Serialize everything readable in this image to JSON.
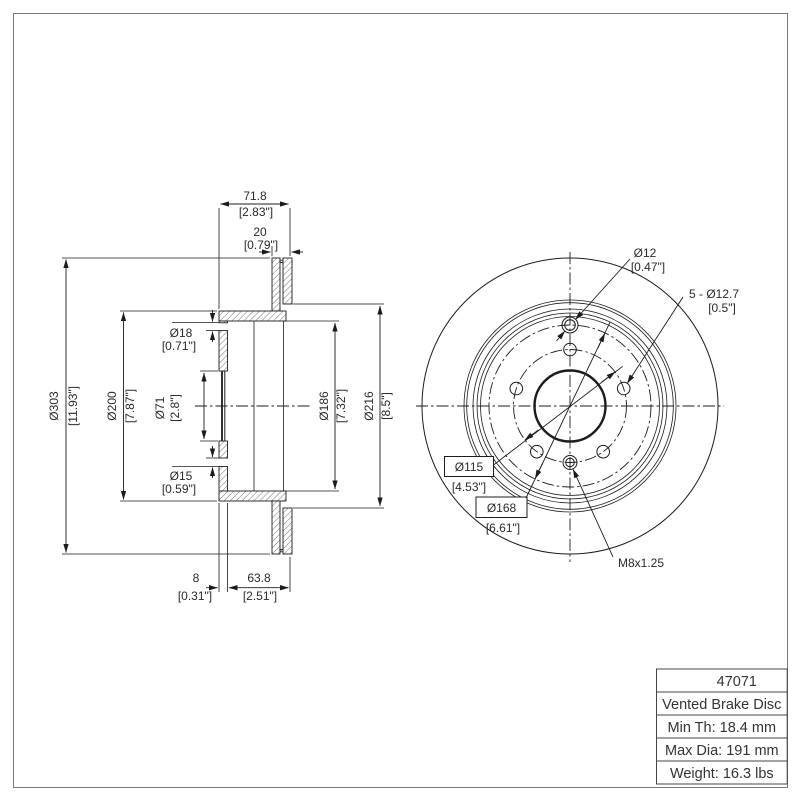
{
  "drawing": {
    "section": {
      "dim_total_width": "71.8",
      "dim_total_width_in": "[2.83\"]",
      "dim_ring_thickness": "20",
      "dim_ring_thickness_in": "[0.79\"]",
      "dim_outer_dia": "Ø303",
      "dim_outer_dia_in": "[11.93\"]",
      "dim_flange_dia": "Ø200",
      "dim_flange_dia_in": "[7.87\"]",
      "dim_bore_dia": "Ø71",
      "dim_bore_dia_in": "[2.8\"]",
      "dim_hole_top": "Ø18",
      "dim_hole_top_in": "[0.71\"]",
      "dim_hole_bottom": "Ø15",
      "dim_hole_bottom_in": "[0.59\"]",
      "dim_friction_id": "Ø186",
      "dim_friction_id_in": "[7.32\"]",
      "dim_hat_od": "Ø216",
      "dim_hat_od_in": "[8.5\"]",
      "dim_offset": "8",
      "dim_offset_in": "[0.31\"]",
      "dim_inset": "63.8",
      "dim_inset_in": "[2.51\"]"
    },
    "front": {
      "dim_pin_hole": "Ø12",
      "dim_pin_hole_in": "[0.47\"]",
      "dim_lug_holes": "5 - Ø12.7",
      "dim_lug_holes_in": "[0.5\"]",
      "dim_bolt_circle": "Ø115",
      "dim_bolt_circle_in": "[4.53\"]",
      "dim_access_circle": "Ø168",
      "dim_access_circle_in": "[6.61\"]",
      "thread_callout": "M8x1.25"
    },
    "title_block": {
      "part_number": "47071",
      "description": "Vented Brake Disc",
      "min_thickness": "Min Th: 18.4 mm",
      "max_diameter": "Max Dia: 191 mm",
      "weight": "Weight: 16.3 lbs"
    }
  }
}
